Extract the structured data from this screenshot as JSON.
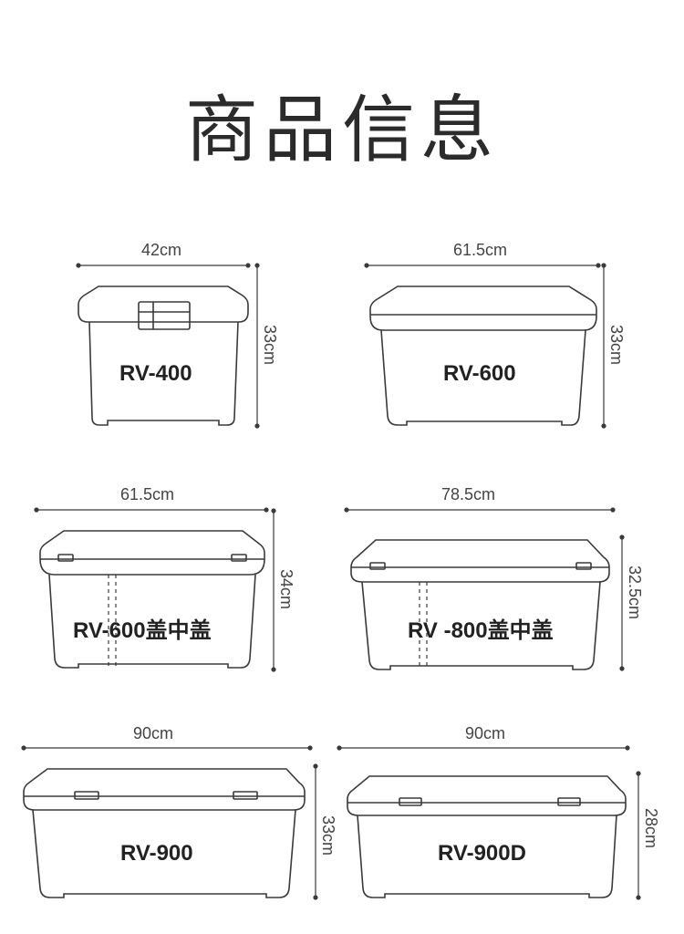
{
  "page_title": "商品信息",
  "products": [
    {
      "model": "RV-400",
      "width": "42cm",
      "height": "33cm"
    },
    {
      "model": "RV-600",
      "width": "61.5cm",
      "height": "33cm"
    },
    {
      "model": "RV-600盖中盖",
      "width": "61.5cm",
      "height": "34cm"
    },
    {
      "model": "RV -800盖中盖",
      "width": "78.5cm",
      "height": "32.5cm"
    },
    {
      "model": "RV-900",
      "width": "90cm",
      "height": "33cm"
    },
    {
      "model": "RV-900D",
      "width": "90cm",
      "height": "28cm"
    }
  ],
  "colors": {
    "line": "#3a3a3a",
    "text": "#222222",
    "dim_text": "#444444"
  }
}
